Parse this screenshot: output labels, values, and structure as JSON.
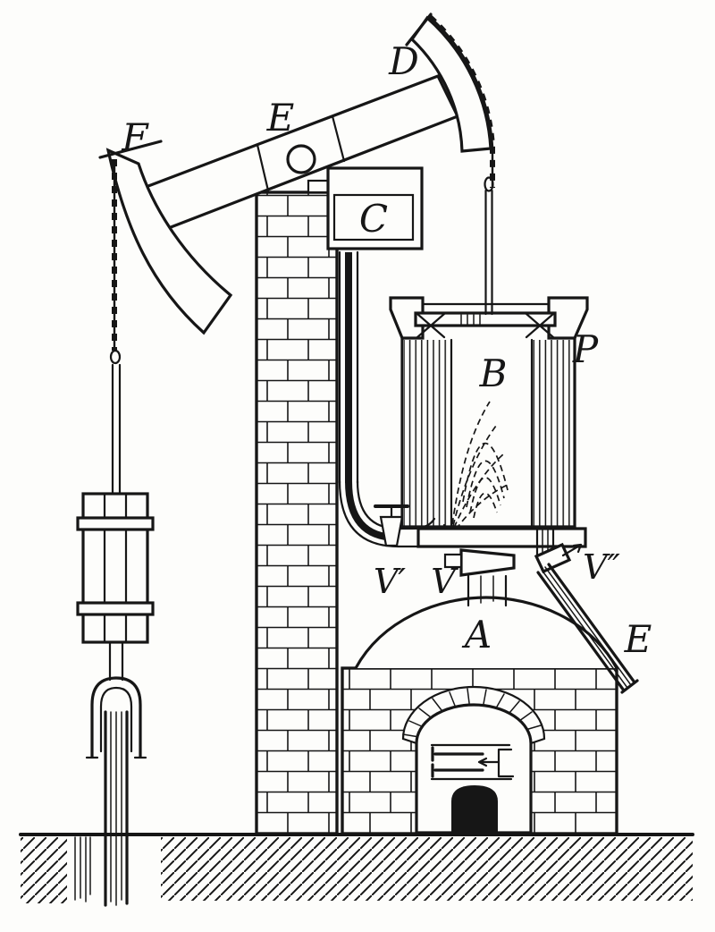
{
  "labels": {
    "arch_head_right": "D",
    "beam": "E",
    "arch_head_left": "F",
    "injection_cistern": "C",
    "cylinder": "B",
    "piston": "P",
    "injection_cock": "V′",
    "steam_valve": "V",
    "snifting_valve": "V″",
    "boiler": "A",
    "eduction_pipe": "E"
  },
  "colors": {
    "ink": "#161616",
    "paper": "#fdfdfb"
  }
}
